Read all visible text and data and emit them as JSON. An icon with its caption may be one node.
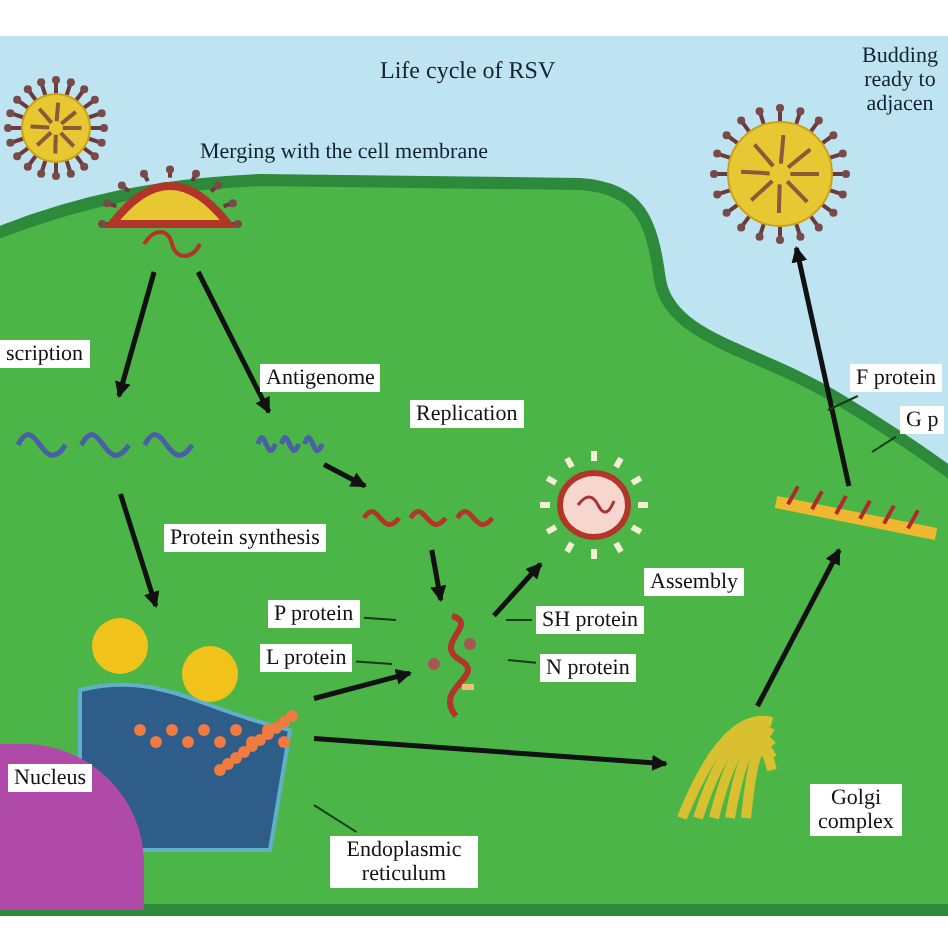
{
  "diagram": {
    "title": "Life cycle of RSV",
    "nodes": [
      {
        "text": [],
        "shape": "picture"
      },
      {
        "text": [],
        "shape": "picture"
      },
      {
        "text": [],
        "shape": "picture"
      },
      {
        "text": [],
        "shape": "picture"
      },
      {
        "text": [],
        "shape": "picture"
      },
      {
        "text": [],
        "shape": "picture"
      },
      {
        "text": [],
        "shape": "picture"
      },
      {
        "text": [],
        "shape": "picture"
      },
      {
        "text": [],
        "shape": "picture"
      },
      {
        "text": [],
        "shape": "picture"
      },
      {
        "text": [],
        "shape": "picture"
      },
      {
        "text": [
          "SH protein"
        ]
      },
      {
        "text": [
          "P protein"
        ]
      },
      {
        "text": [
          "L protein"
        ]
      },
      {
        "text": [
          "N protein"
        ]
      },
      {
        "text": [
          "F protein"
        ]
      },
      {
        "text": [
          "G p"
        ]
      },
      {
        "text": [
          "Endoplasmic reticulum"
        ]
      },
      {
        "text": [
          "Nucleus"
        ]
      },
      {
        "text": [
          "scription"
        ]
      },
      {
        "text": [
          "Antigenome"
        ]
      },
      {
        "text": [
          "Replication"
        ]
      },
      {
        "text": [
          "Protein synthesis"
        ]
      },
      {
        "text": [
          "Assembly"
        ]
      },
      {
        "text": [
          "Golgi complex"
        ]
      }
    ],
    "edges": [
      {
        "from": 1,
        "to": 2,
        "arrow": "to"
      },
      {
        "from": 1,
        "to": 3,
        "arrow": "to"
      },
      {
        "from": 3,
        "to": 4,
        "arrow": "to"
      },
      {
        "from": 2,
        "to": 5,
        "arrow": "to"
      },
      {
        "from": 4,
        "to": 6,
        "arrow": "to"
      },
      {
        "from": 5,
        "to": 6,
        "arrow": "to"
      },
      {
        "from": 6,
        "to": 7,
        "arrow": "to"
      },
      {
        "from": 5,
        "to": 8,
        "arrow": "to"
      },
      {
        "from": 8,
        "to": 9,
        "arrow": "to"
      },
      {
        "from": 9,
        "to": 10,
        "arrow": "to"
      },
      {
        "from": 11,
        "to": null,
        "arrow": "none"
      },
      {
        "from": 12,
        "to": null,
        "arrow": "none"
      },
      {
        "from": 13,
        "to": null,
        "arrow": "none"
      },
      {
        "from": 14,
        "to": null,
        "arrow": "none"
      },
      {
        "from": 15,
        "to": null,
        "arrow": "none"
      },
      {
        "from": 16,
        "to": null,
        "arrow": "none"
      },
      {
        "from": 17,
        "to": 5,
        "arrow": "none"
      }
    ],
    "labels": [
      "Merging with the cell membrane",
      "Budding ready to adjacen"
    ]
  }
}
